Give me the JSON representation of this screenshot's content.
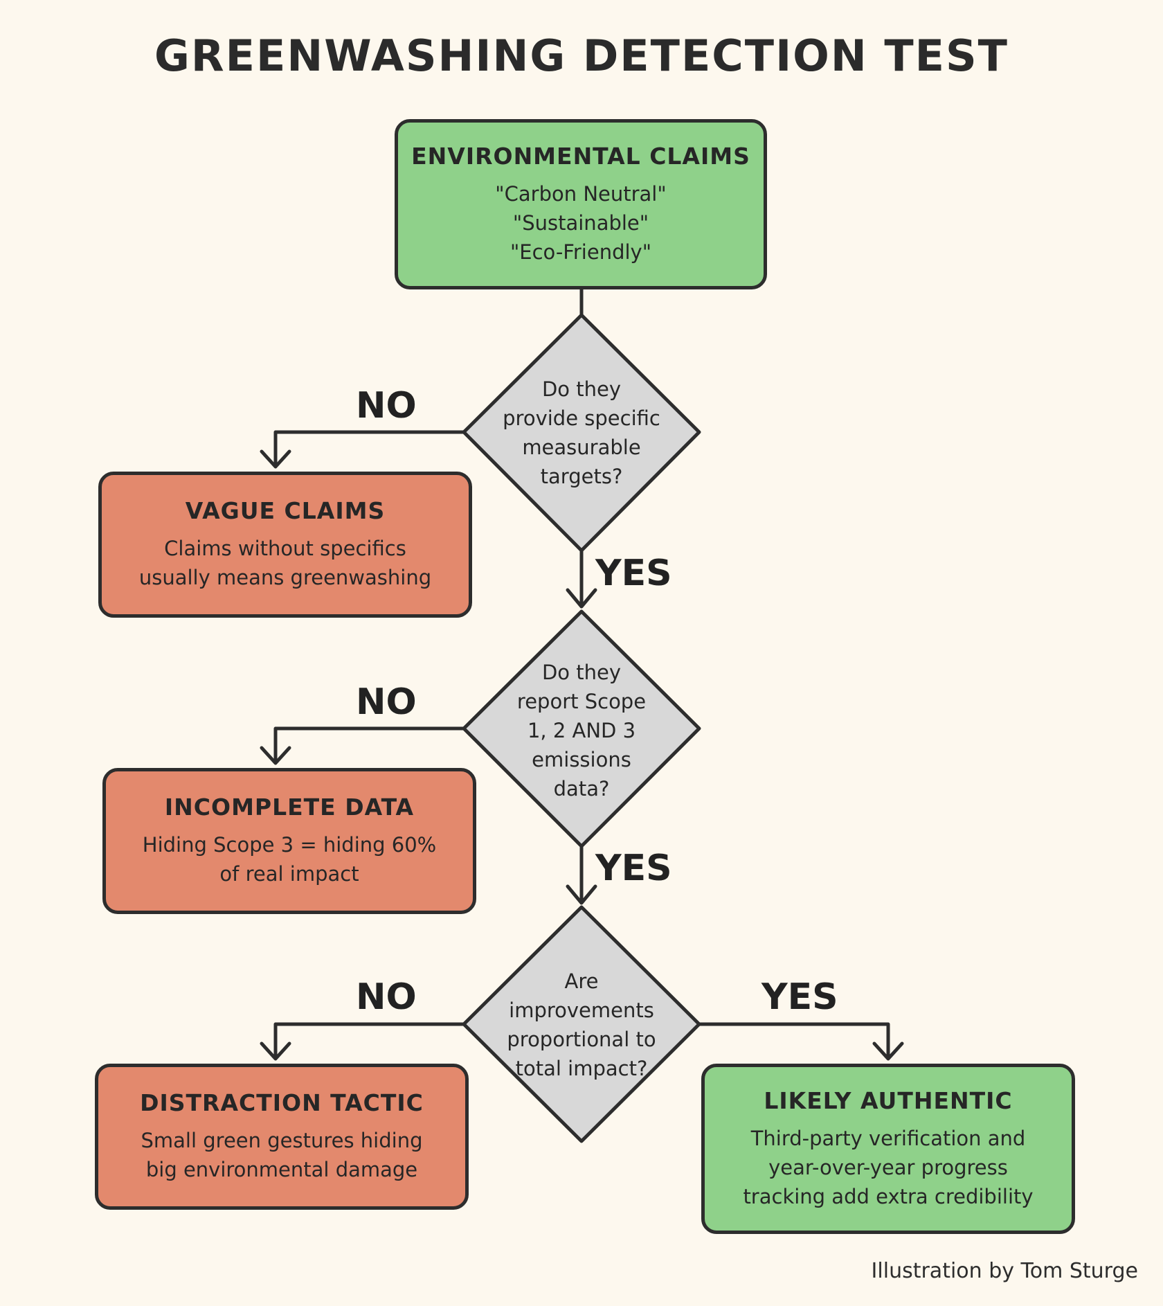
{
  "title": "GREENWASHING DETECTION TEST",
  "start": {
    "title": "ENVIRONMENTAL CLAIMS",
    "lines": [
      "\"Carbon Neutral\"",
      "\"Sustainable\"",
      "\"Eco-Friendly\""
    ]
  },
  "questions": [
    {
      "lines": [
        "Do they",
        "provide specific",
        "measurable",
        "targets?"
      ],
      "no": "NO",
      "yes": "YES"
    },
    {
      "lines": [
        "Do they",
        "report Scope",
        "1, 2 AND 3",
        "emissions",
        "data?"
      ],
      "no": "NO",
      "yes": "YES"
    },
    {
      "lines": [
        "Are",
        "improvements",
        "proportional to",
        "total impact?"
      ],
      "no": "NO",
      "yes": "YES"
    }
  ],
  "outcomes": [
    {
      "title": "VAGUE CLAIMS",
      "lines": [
        "Claims without specifics",
        "usually means greenwashing"
      ]
    },
    {
      "title": "INCOMPLETE DATA",
      "lines": [
        "Hiding Scope 3 = hiding 60%",
        "of real impact"
      ]
    },
    {
      "title": "DISTRACTION TACTIC",
      "lines": [
        "Small green gestures hiding",
        "big environmental damage"
      ]
    },
    {
      "title": "LIKELY AUTHENTIC",
      "lines": [
        "Third-party verification and",
        "year-over-year progress",
        "tracking add extra credibility"
      ]
    }
  ],
  "credit": "Illustration by Tom Sturge",
  "colors": {
    "background": "#fdf8ee",
    "positive": "#8fd18a",
    "negative": "#e3896d",
    "question": "#d8d8d8",
    "stroke": "#2d2d2d"
  }
}
